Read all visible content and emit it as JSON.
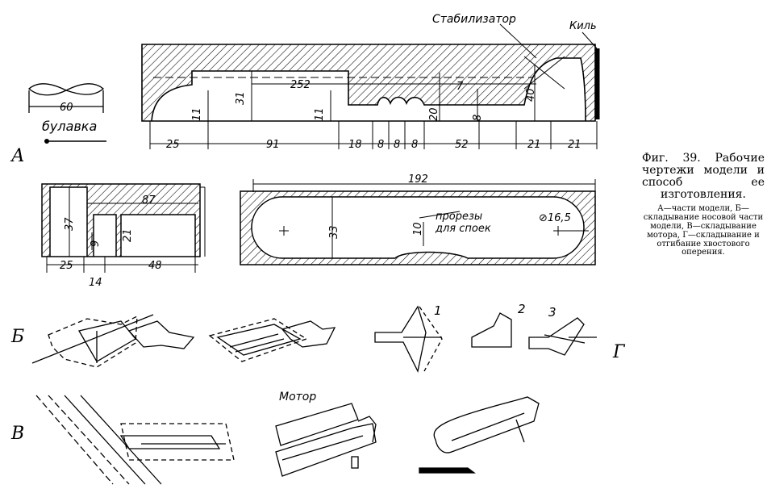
{
  "section_labels": {
    "a": "А",
    "b": "Б",
    "v": "В",
    "g": "Г"
  },
  "labels": {
    "stabilizer": "Стабилизатор",
    "keel": "Киль",
    "pin": "булавка",
    "slots": "прорезы\nдля споек",
    "motor": "Мотор"
  },
  "step_numbers": [
    "1",
    "2",
    "3"
  ],
  "dims": {
    "fuselage_top": [
      "252",
      "31",
      "11",
      "11",
      "20",
      "40",
      "8",
      "7"
    ],
    "fuselage_bottom": [
      "25",
      "91",
      "18",
      "8",
      "8",
      "8",
      "52",
      "21",
      "21"
    ],
    "propeller": "60",
    "nose": [
      "87",
      "37",
      "9",
      "21",
      "25",
      "14",
      "48"
    ],
    "wing": [
      "192",
      "33",
      "10",
      "⊘16,5"
    ]
  },
  "caption": {
    "title": "Фиг. 39. Рабочие чертежи модели и способ ее изготовления.",
    "body": "А—части модели, Б—складывание носовой части модели, В—складывание мотора, Г—складывание и отгибание хвостового оперения."
  }
}
